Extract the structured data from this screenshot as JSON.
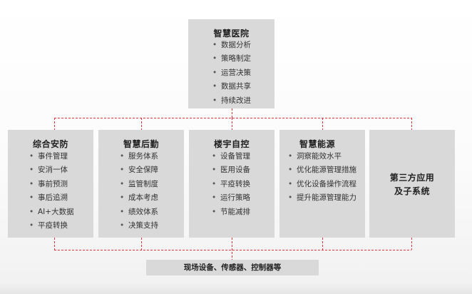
{
  "top_box": {
    "title": "智慧医院",
    "items": [
      "数据分析",
      "策略制定",
      "运营决策",
      "数据共享",
      "持续改进"
    ]
  },
  "modules": [
    {
      "title": "综合安防",
      "items": [
        "事件管理",
        "安消一体",
        "事前预测",
        "事后追溯",
        "AI+大数据",
        "平疫转换"
      ]
    },
    {
      "title": "智慧后勤",
      "items": [
        "服务体系",
        "安全保障",
        "监管制度",
        "成本考虑",
        "绩效体系",
        "决策支持"
      ]
    },
    {
      "title": "楼宇自控",
      "items": [
        "设备管理",
        "医用设备",
        "平疫转换",
        "运行策略",
        "节能减排"
      ]
    },
    {
      "title": "智慧能源",
      "items": [
        "洞察能效水平",
        "优化能源管理措施",
        "优化设备操作流程",
        "提升能源管理能力"
      ]
    }
  ],
  "third_party": {
    "line1": "第三方应用",
    "line2": "及子系统"
  },
  "bottom_bar": {
    "label": "现场设备、传感器、控制器等"
  },
  "bullet_char": "•",
  "colors": {
    "box_fill": "#d9d9d9",
    "connector": "#e0343c",
    "text": "#333333"
  }
}
